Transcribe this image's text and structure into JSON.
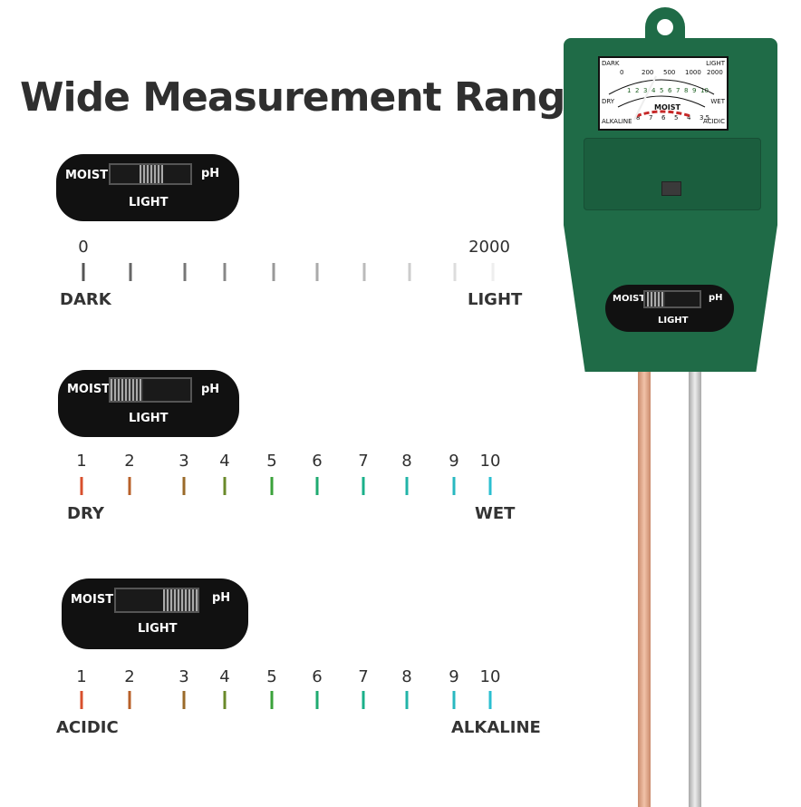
{
  "title": "Wide Measurement Range",
  "switch": {
    "moist": "MOIST",
    "ph": "pH",
    "light": "LIGHT"
  },
  "light_scale": {
    "start": "0",
    "end": "2000",
    "left_label": "DARK",
    "right_label": "LIGHT"
  },
  "moisture_scale": {
    "numbers": [
      "1",
      "2",
      "3",
      "4",
      "5",
      "6",
      "7",
      "8",
      "9",
      "10"
    ],
    "left_label": "DRY",
    "right_label": "WET"
  },
  "ph_scale": {
    "numbers": [
      "1",
      "2",
      "3",
      "4",
      "5",
      "6",
      "7",
      "8",
      "9",
      "10"
    ],
    "left_label": "ACIDIC",
    "right_label": "ALKALINE"
  },
  "meter": {
    "dial_top_left": "DARK",
    "dial_top_right": "LIGHT",
    "dial_light_values": [
      "0",
      "200",
      "500",
      "1000",
      "2000"
    ],
    "dial_dry": "DRY",
    "dial_wet": "WET",
    "dial_moist": "MOIST",
    "dial_moist_values": [
      "1",
      "2",
      "3",
      "4",
      "5",
      "6",
      "7",
      "8",
      "9",
      "10"
    ],
    "dial_alkaline": "ALKALINE",
    "dial_acidic": "ACIDIC",
    "dial_ph_values": [
      "8",
      "7",
      "6",
      "5",
      "4",
      "3.5"
    ]
  },
  "colors": {
    "meter_green": "#1f6b47",
    "copper_probe": "#e0a68a",
    "silver_probe": "#c8c8c8"
  }
}
